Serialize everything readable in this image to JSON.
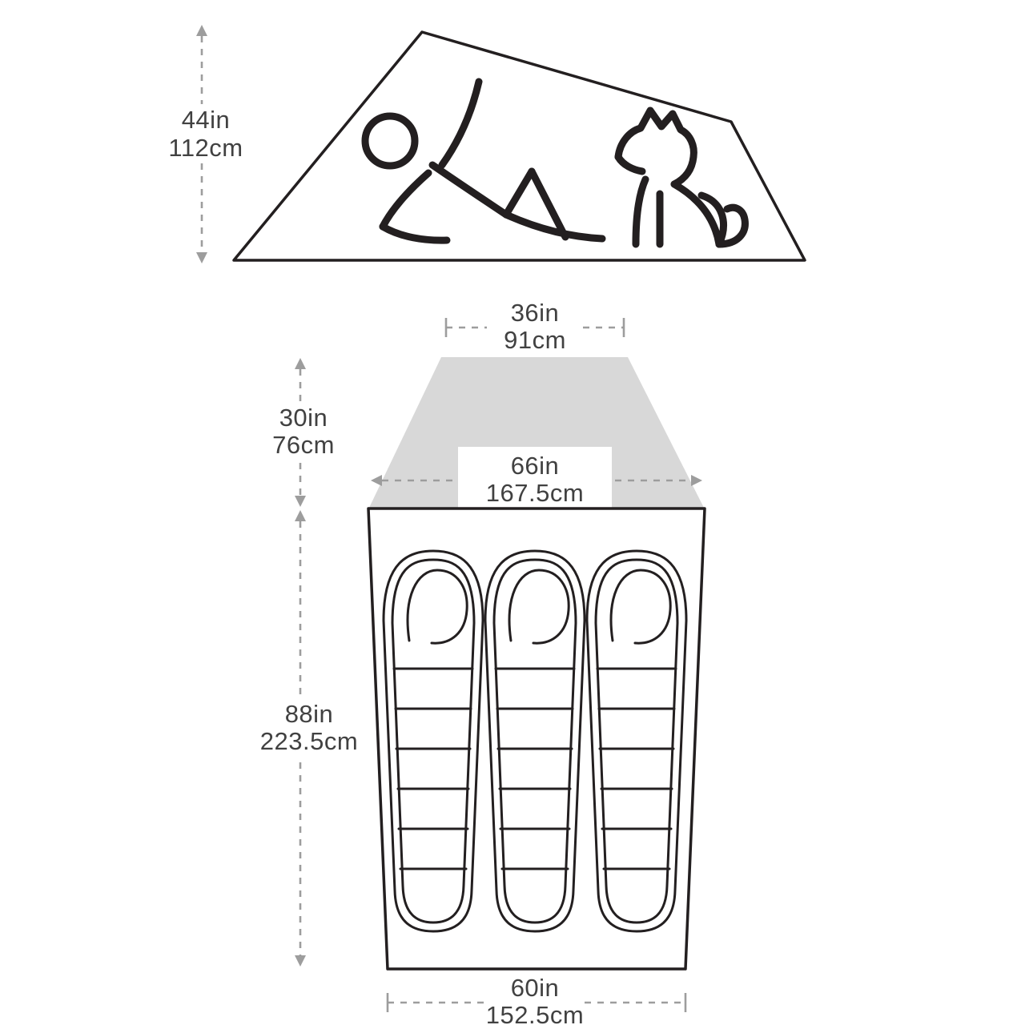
{
  "colors": {
    "line": "#231f20",
    "dimension": "#9d9d9d",
    "vestibule_fill": "#d8d8d8",
    "text": "#414141",
    "background": "#ffffff"
  },
  "side_view": {
    "height": {
      "imperial": "44in",
      "metric": "112cm"
    }
  },
  "floor_plan": {
    "sleeping_bag_count": 3,
    "top_width": {
      "imperial": "36in",
      "metric": "91cm"
    },
    "vestibule_depth": {
      "imperial": "30in",
      "metric": "76cm"
    },
    "inner_width": {
      "imperial": "66in",
      "metric": "167.5cm"
    },
    "floor_length": {
      "imperial": "88in",
      "metric": "223.5cm"
    },
    "bottom_width": {
      "imperial": "60in",
      "metric": "152.5cm"
    }
  }
}
